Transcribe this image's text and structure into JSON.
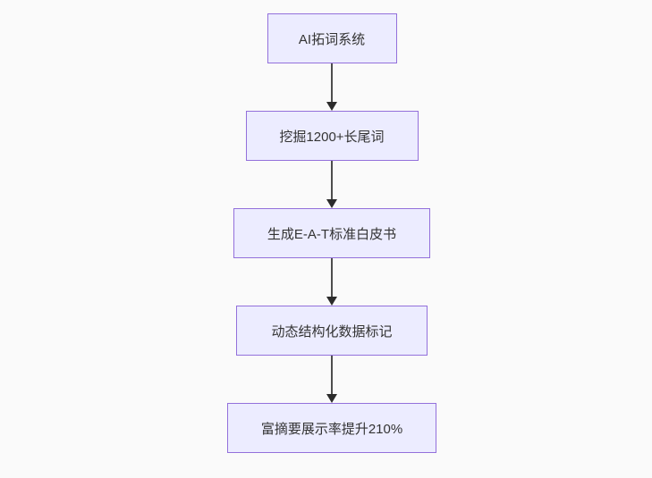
{
  "diagram": {
    "type": "flowchart",
    "direction": "top-down",
    "nodes": [
      {
        "id": "A",
        "label": "AI拓词系统"
      },
      {
        "id": "B",
        "label": "挖掘1200+长尾词"
      },
      {
        "id": "C",
        "label": "生成E-A-T标准白皮书"
      },
      {
        "id": "D",
        "label": "动态结构化数据标记"
      },
      {
        "id": "E",
        "label": "富摘要展示率提升210%"
      }
    ],
    "edges": [
      {
        "from": "A",
        "to": "B"
      },
      {
        "from": "B",
        "to": "C"
      },
      {
        "from": "C",
        "to": "D"
      },
      {
        "from": "D",
        "to": "E"
      }
    ],
    "colors": {
      "background": "#fafafa",
      "node_fill": "#ececff",
      "node_border": "#9370db",
      "node_text": "#333333",
      "arrow": "#333333"
    }
  }
}
